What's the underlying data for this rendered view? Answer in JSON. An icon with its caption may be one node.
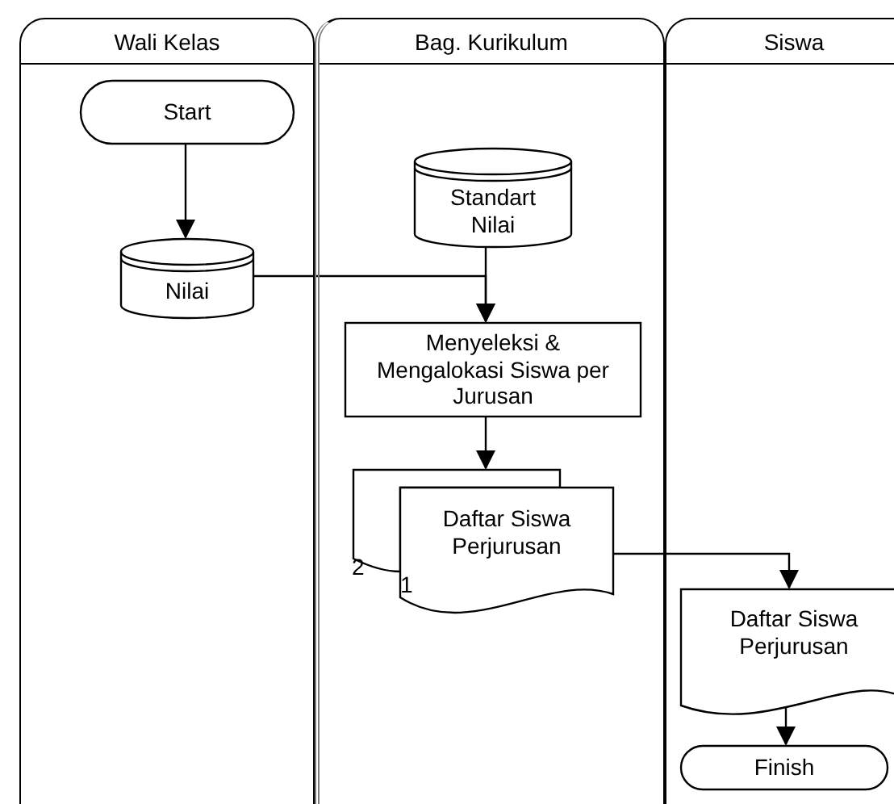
{
  "diagram": {
    "nodes": [
      {
        "text": [
          "Wali Kelas"
        ]
      },
      {
        "text": [
          "Bag. Kurikulum"
        ]
      },
      {
        "text": [
          "Siswa"
        ]
      },
      {
        "text": [
          "Start"
        ],
        "in": 0
      },
      {
        "text": [
          "Nilai"
        ],
        "in": 0
      },
      {
        "text": [
          "Standart Nilai"
        ],
        "in": 1
      },
      {
        "text": [
          "Menyeleksi & Mengalokasi Siswa per Jurusan"
        ],
        "in": 1
      },
      {
        "text": [
          "Daftar Siswa Perjurusan"
        ],
        "in": 1
      },
      {
        "text": [
          "Daftar Siswa Perjurusan"
        ],
        "in": 2
      },
      {
        "text": [
          "Finish"
        ],
        "in": 2
      }
    ],
    "edges": [
      {
        "from": 3,
        "to": 4,
        "arrow": "to"
      },
      {
        "from": 4,
        "to": 6,
        "arrow": "to"
      },
      {
        "from": 5,
        "to": 6,
        "arrow": "to"
      },
      {
        "from": 6,
        "to": 7,
        "arrow": "to"
      },
      {
        "from": 7,
        "to": 8,
        "arrow": "to"
      },
      {
        "from": 8,
        "to": 9,
        "arrow": "to"
      }
    ],
    "labels": [
      "2",
      "1"
    ]
  }
}
